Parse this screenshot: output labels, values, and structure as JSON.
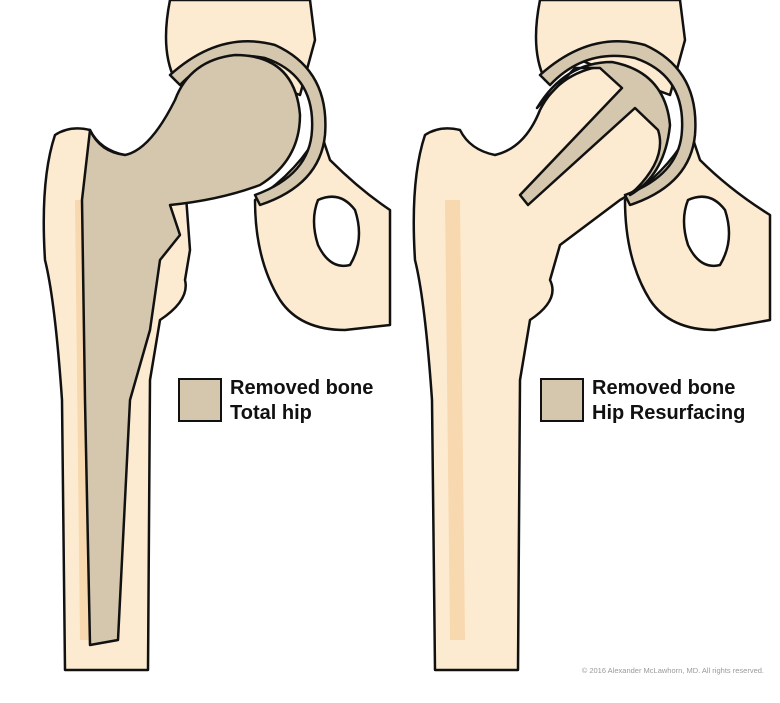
{
  "colors": {
    "bone": "#fcebd1",
    "bone_shade": "#f8d8ae",
    "removed_bone": "#d5c7ad",
    "outline": "#111111"
  },
  "panels": [
    {
      "legend_line1": "Removed bone",
      "legend_line2": "Total hip"
    },
    {
      "legend_line1": "Removed bone",
      "legend_line2": "Hip Resurfacing"
    }
  ],
  "copyright": "© 2016 Alexander McLawhorn, MD. All rights reserved."
}
